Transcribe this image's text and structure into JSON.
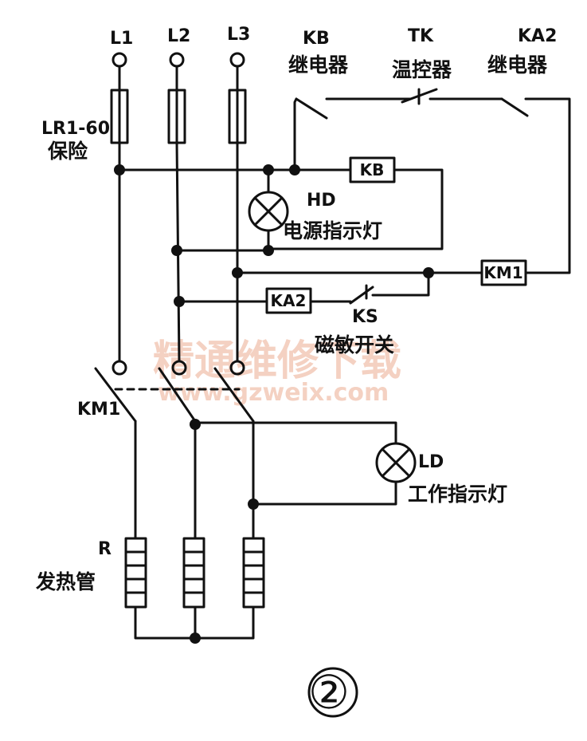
{
  "labels": {
    "l1": "L1",
    "l2": "L2",
    "l3": "L3",
    "kb_code": "KB",
    "kb_name": "继电器",
    "tk_code": "TK",
    "tk_name": "温控器",
    "ka2_code": "KA2",
    "ka2_name": "继电器",
    "fuse_model": "LR1-60",
    "fuse_name": "保险",
    "hd_code": "HD",
    "hd_name": "电源指示灯",
    "ks_code": "KS",
    "ks_name": "磁敏开关",
    "km1_contact": "KM1",
    "ld_code": "LD",
    "ld_name": "工作指示灯",
    "r_code": "R",
    "r_name": "发热管",
    "figure_number": "②"
  },
  "boxes": {
    "kb": "KB",
    "km1": "KM1",
    "ka2": "KA2"
  },
  "watermark": {
    "cn": "精通维修下载",
    "url": "www.gzweix.com"
  }
}
